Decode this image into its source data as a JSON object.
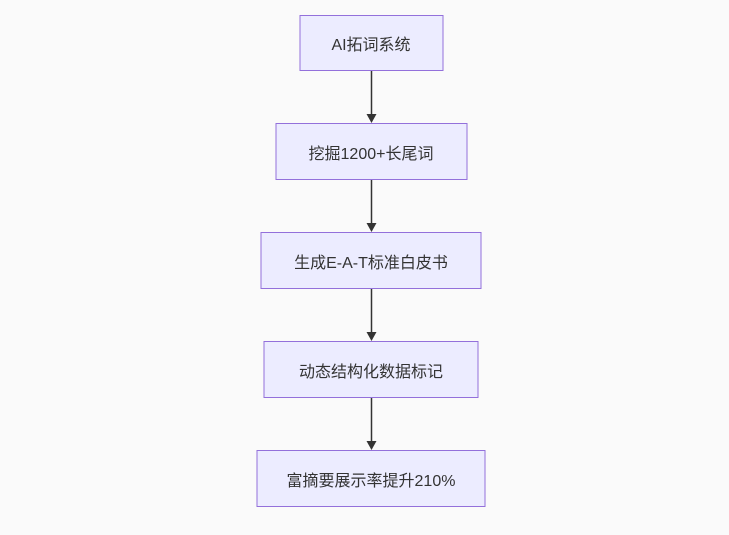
{
  "diagram": {
    "type": "flowchart",
    "direction": "top-down",
    "colors": {
      "node_fill": "#ECECFF",
      "node_border": "#9370DB",
      "text": "#333333",
      "arrow": "#333333",
      "background": "#fafafa"
    },
    "nodes": [
      {
        "id": "n1",
        "label": "AI拓词系统"
      },
      {
        "id": "n2",
        "label": "挖掘1200+长尾词"
      },
      {
        "id": "n3",
        "label": "生成E-A-T标准白皮书"
      },
      {
        "id": "n4",
        "label": "动态结构化数据标记"
      },
      {
        "id": "n5",
        "label": "富摘要展示率提升210%"
      }
    ],
    "edges": [
      {
        "from": "n1",
        "to": "n2"
      },
      {
        "from": "n2",
        "to": "n3"
      },
      {
        "from": "n3",
        "to": "n4"
      },
      {
        "from": "n4",
        "to": "n5"
      }
    ]
  }
}
